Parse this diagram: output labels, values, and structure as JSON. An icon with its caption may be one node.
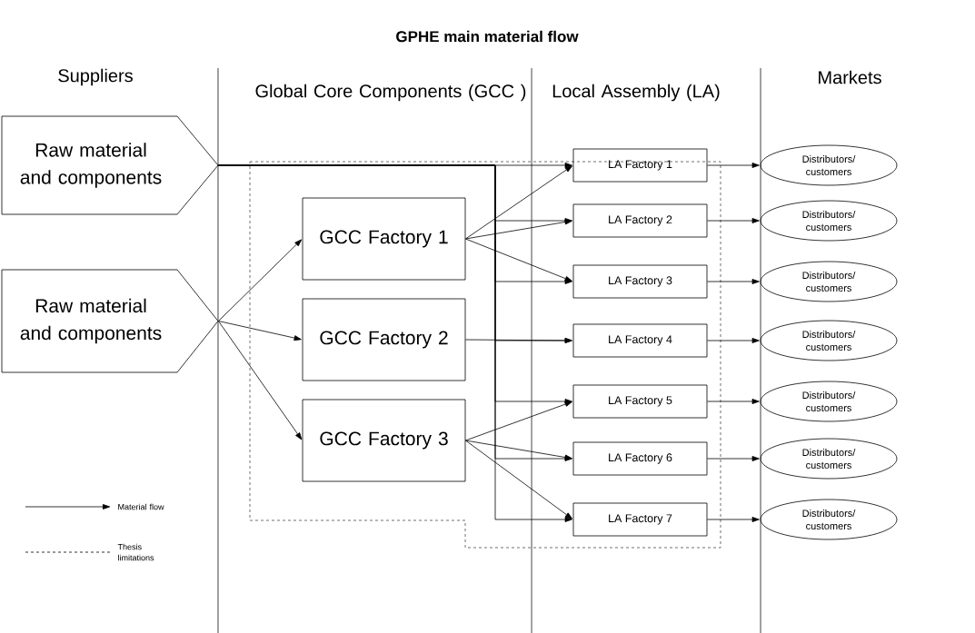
{
  "diagram": {
    "title": "GPHE main material flow",
    "nodes": [
      {
        "text": [
          "Raw material and components"
        ]
      },
      {
        "text": [
          "Raw material and components"
        ]
      },
      {
        "text": [
          "GCC Factory 1"
        ]
      },
      {
        "text": [
          "GCC Factory 2"
        ]
      },
      {
        "text": [
          "GCC Factory 3"
        ]
      },
      {
        "text": [
          "LA Factory 1"
        ]
      },
      {
        "text": [
          "LA Factory 2"
        ]
      },
      {
        "text": [
          "LA Factory 3"
        ]
      },
      {
        "text": [
          "LA Factory 4"
        ]
      },
      {
        "text": [
          "LA Factory 5"
        ]
      },
      {
        "text": [
          "LA Factory 6"
        ]
      },
      {
        "text": [
          "LA Factory 7"
        ]
      },
      {
        "text": [
          "Distributors/ customers"
        ]
      },
      {
        "text": [
          "Distributors/ customers"
        ]
      },
      {
        "text": [
          "Distributors/ customers"
        ]
      },
      {
        "text": [
          "Distributors/ customers"
        ]
      },
      {
        "text": [
          "Distributors/ customers"
        ]
      },
      {
        "text": [
          "Distributors/ customers"
        ]
      },
      {
        "text": [
          "Distributors/ customers"
        ]
      }
    ],
    "edges": [
      {
        "from": 0,
        "to": 5,
        "arrow": "to"
      },
      {
        "from": 0,
        "to": 6,
        "arrow": "to"
      },
      {
        "from": 0,
        "to": 7,
        "arrow": "to"
      },
      {
        "from": 0,
        "to": 8,
        "arrow": "to"
      },
      {
        "from": 0,
        "to": 9,
        "arrow": "to"
      },
      {
        "from": 0,
        "to": 10,
        "arrow": "to"
      },
      {
        "from": 0,
        "to": 11,
        "arrow": "to"
      },
      {
        "from": 1,
        "to": 2,
        "arrow": "to"
      },
      {
        "from": 1,
        "to": 3,
        "arrow": "to"
      },
      {
        "from": 1,
        "to": 4,
        "arrow": "to"
      },
      {
        "from": 2,
        "to": 5,
        "arrow": "to"
      },
      {
        "from": 2,
        "to": 6,
        "arrow": "to"
      },
      {
        "from": 2,
        "to": 7,
        "arrow": "to"
      },
      {
        "from": 3,
        "to": 8,
        "arrow": "to"
      },
      {
        "from": 4,
        "to": 9,
        "arrow": "to"
      },
      {
        "from": 4,
        "to": 10,
        "arrow": "to"
      },
      {
        "from": 4,
        "to": 11,
        "arrow": "to"
      },
      {
        "from": 5,
        "to": 12,
        "arrow": "to"
      },
      {
        "from": 6,
        "to": 13,
        "arrow": "to"
      },
      {
        "from": 7,
        "to": 14,
        "arrow": "to"
      },
      {
        "from": 8,
        "to": 15,
        "arrow": "to"
      },
      {
        "from": 9,
        "to": 16,
        "arrow": "to"
      },
      {
        "from": 10,
        "to": 17,
        "arrow": "to"
      },
      {
        "from": 11,
        "to": 18,
        "arrow": "to"
      }
    ],
    "labels": [
      "Suppliers",
      "Global Core Components (GCC )",
      "Local Assembly (LA)",
      "Markets"
    ],
    "legend": [
      {
        "text": "Material flow"
      },
      {
        "text": "Thesis limitations"
      }
    ]
  }
}
